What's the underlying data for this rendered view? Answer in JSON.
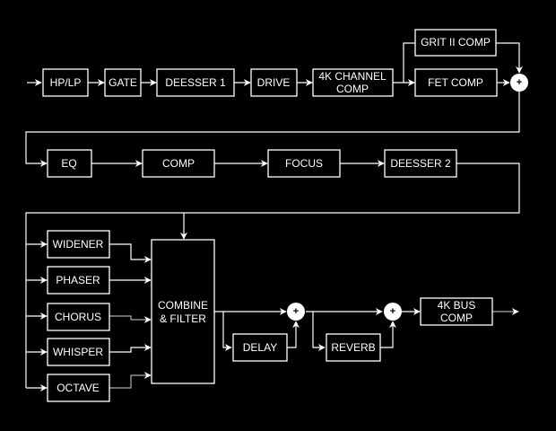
{
  "diagram": {
    "title": "",
    "stage1": {
      "hp_lp": "HP/LP",
      "gate": "GATE",
      "deesser1": "DEESSER 1",
      "drive": "DRIVE",
      "channel_comp": [
        "4K CHANNEL",
        "COMP"
      ],
      "grit_comp": "GRIT II COMP",
      "fet_comp": "FET COMP"
    },
    "stage2": {
      "eq": "EQ",
      "comp": "COMP",
      "focus": "FOCUS",
      "deesser2": "DEESSER 2"
    },
    "stage3": {
      "widener": "WIDENER",
      "phaser": "PHASER",
      "chorus": "CHORUS",
      "whisper": "WHISPER",
      "octave": "OCTAVE",
      "combine": [
        "COMBINE",
        "& FILTER"
      ],
      "delay": "DELAY",
      "reverb": "REVERB",
      "bus_comp": [
        "4K BUS",
        "COMP"
      ]
    },
    "sum_symbol": "+"
  }
}
